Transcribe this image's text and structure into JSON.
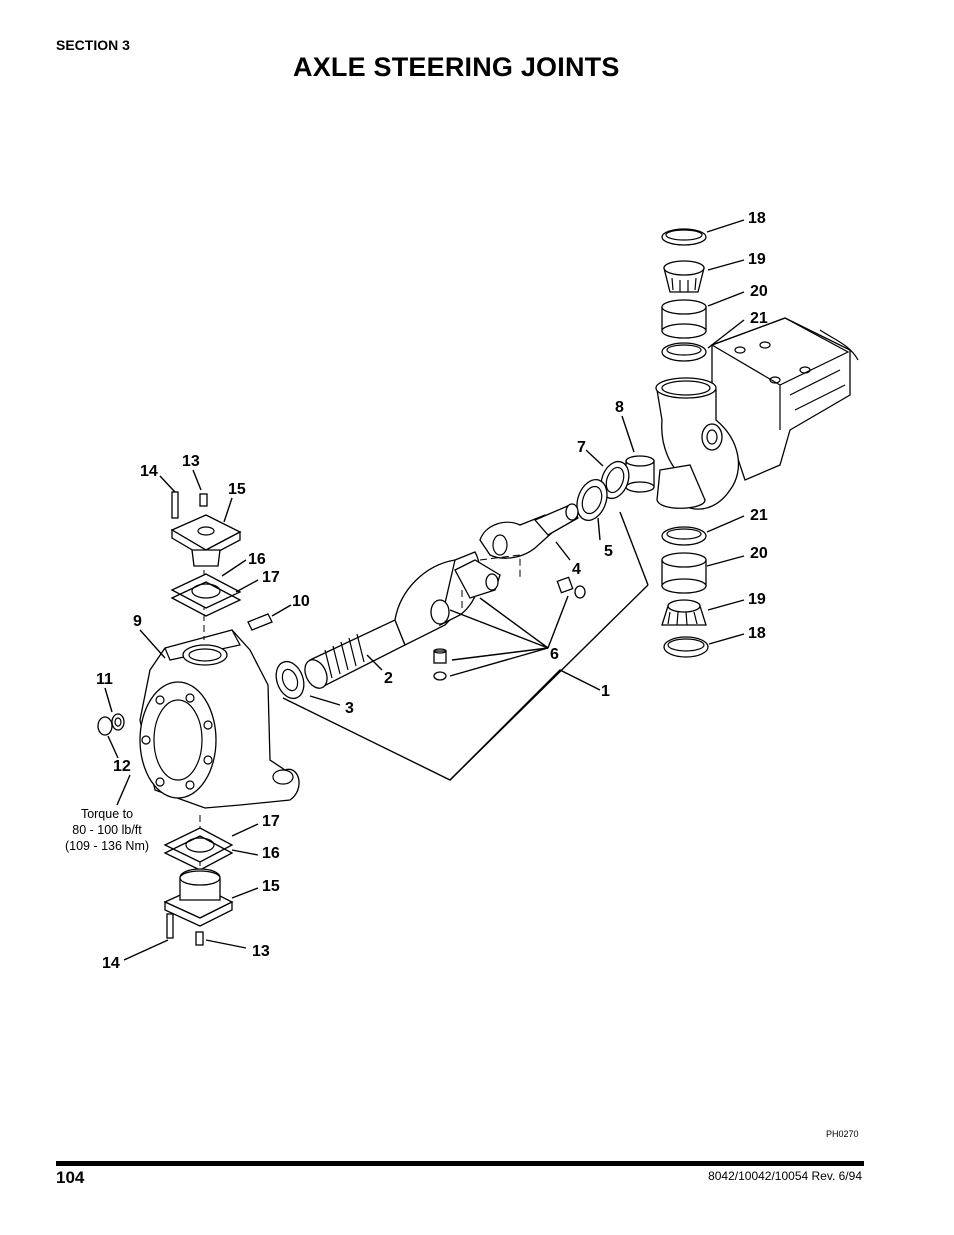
{
  "header": {
    "section": "SECTION 3",
    "title": "AXLE STEERING JOINTS"
  },
  "diagram": {
    "callouts": [
      {
        "id": "c1",
        "label": "1"
      },
      {
        "id": "c2",
        "label": "2"
      },
      {
        "id": "c3",
        "label": "3"
      },
      {
        "id": "c4",
        "label": "4"
      },
      {
        "id": "c5",
        "label": "5"
      },
      {
        "id": "c6",
        "label": "6"
      },
      {
        "id": "c7",
        "label": "7"
      },
      {
        "id": "c8",
        "label": "8"
      },
      {
        "id": "c9",
        "label": "9"
      },
      {
        "id": "c10",
        "label": "10"
      },
      {
        "id": "c11",
        "label": "11"
      },
      {
        "id": "c12",
        "label": "12"
      },
      {
        "id": "c13a",
        "label": "13"
      },
      {
        "id": "c14a",
        "label": "14"
      },
      {
        "id": "c15a",
        "label": "15"
      },
      {
        "id": "c16a",
        "label": "16"
      },
      {
        "id": "c17a",
        "label": "17"
      },
      {
        "id": "c17b",
        "label": "17"
      },
      {
        "id": "c16b",
        "label": "16"
      },
      {
        "id": "c15b",
        "label": "15"
      },
      {
        "id": "c13b",
        "label": "13"
      },
      {
        "id": "c14b",
        "label": "14"
      },
      {
        "id": "c18a",
        "label": "18"
      },
      {
        "id": "c19a",
        "label": "19"
      },
      {
        "id": "c20a",
        "label": "20"
      },
      {
        "id": "c21a",
        "label": "21"
      },
      {
        "id": "c21b",
        "label": "21"
      },
      {
        "id": "c20b",
        "label": "20"
      },
      {
        "id": "c19b",
        "label": "19"
      },
      {
        "id": "c18b",
        "label": "18"
      }
    ],
    "torque_note": {
      "line1": "Torque to",
      "line2": "80 - 100 lb/ft",
      "line3": "(109 - 136 Nm)"
    },
    "figure_id": "PH0270"
  },
  "footer": {
    "page_number": "104",
    "doc_ref": "8042/10042/10054 Rev. 6/94"
  }
}
